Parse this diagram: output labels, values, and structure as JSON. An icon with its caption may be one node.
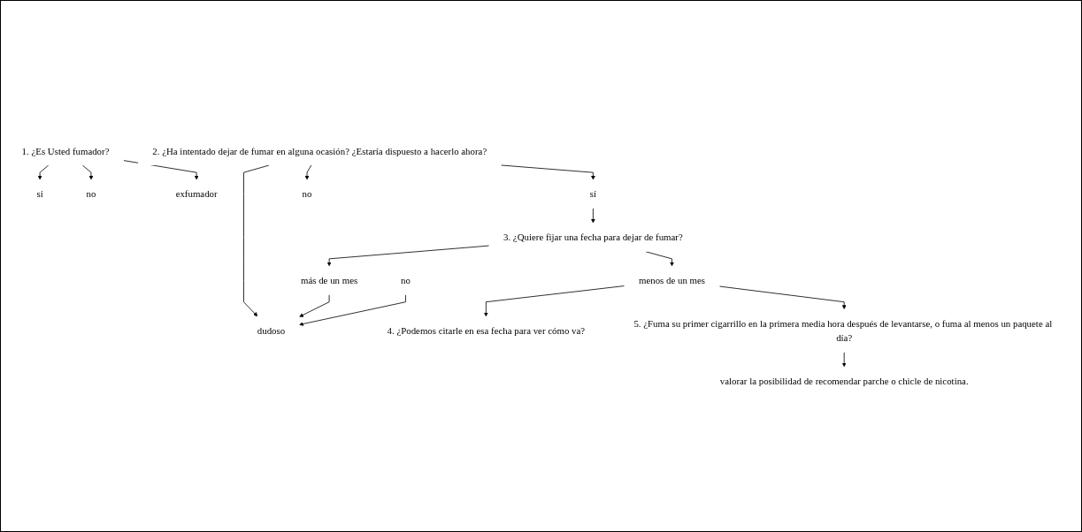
{
  "diagram": {
    "nodes": [
      {
        "text": [
          "1. ¿Es Usted fumador?"
        ]
      },
      {
        "text": [
          "sí"
        ]
      },
      {
        "text": [
          "no"
        ]
      },
      {
        "text": [
          "exfumador"
        ]
      },
      {
        "text": [
          "2. ¿Ha intentado dejar de fumar en alguna ocasión? ¿Estaría dispuesto a hacerlo ahora?"
        ]
      },
      {
        "text": [
          "sí"
        ]
      },
      {
        "text": [
          "no"
        ]
      },
      {
        "text": [
          "dudoso"
        ]
      },
      {
        "text": [
          "3. ¿Quiere fijar una fecha para dejar de fumar?"
        ]
      },
      {
        "text": [
          "menos de un mes"
        ]
      },
      {
        "text": [
          "más de un mes"
        ]
      },
      {
        "text": [
          "no"
        ]
      },
      {
        "text": [
          "4. ¿Podemos citarle en esa fecha para ver cómo va?"
        ]
      },
      {
        "text": [
          "5. ¿Fuma su primer cigarrillo en la primera media hora después de levantarse, o fuma al menos un paquete al día?"
        ]
      },
      {
        "text": [
          "valorar la posibilidad de recomendar parche o chicle de nicotina."
        ]
      }
    ],
    "edges": [
      {
        "from": 0,
        "to": 1,
        "arrow": "to"
      },
      {
        "from": 0,
        "to": 2,
        "arrow": "to"
      },
      {
        "from": 0,
        "to": 3,
        "arrow": "to"
      },
      {
        "from": 4,
        "to": 5,
        "arrow": "to"
      },
      {
        "from": 4,
        "to": 6,
        "arrow": "to"
      },
      {
        "from": 4,
        "to": 7,
        "arrow": "to"
      },
      {
        "from": 5,
        "to": 8,
        "arrow": "to"
      },
      {
        "from": 8,
        "to": 9,
        "arrow": "to"
      },
      {
        "from": 8,
        "to": 10,
        "arrow": "to"
      },
      {
        "from": 9,
        "to": 12,
        "arrow": "to"
      },
      {
        "from": 9,
        "to": 13,
        "arrow": "to"
      },
      {
        "from": 10,
        "to": 7,
        "arrow": "to"
      },
      {
        "from": 11,
        "to": 7,
        "arrow": "to"
      },
      {
        "from": 13,
        "to": 14,
        "arrow": "to"
      }
    ]
  }
}
